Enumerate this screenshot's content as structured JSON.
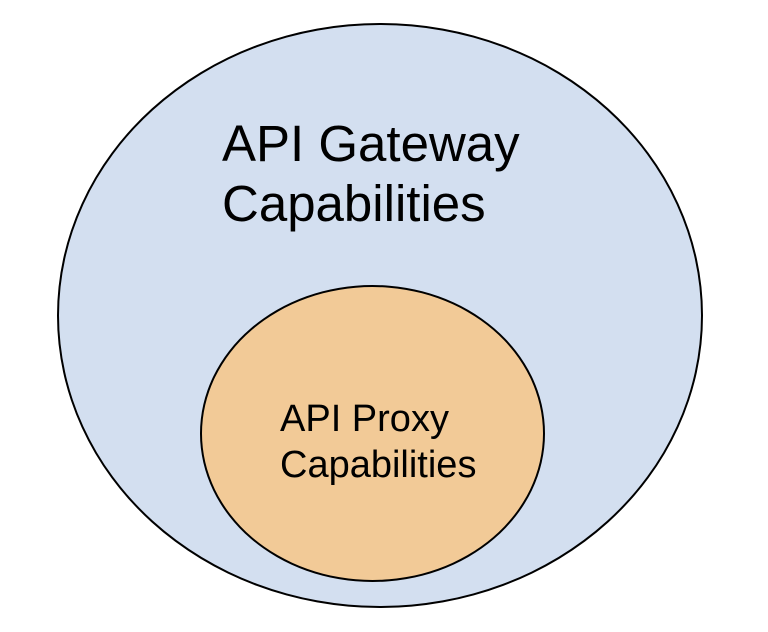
{
  "diagram": {
    "type": "nested-euler-diagram",
    "outer": {
      "label": "API Gateway Capabilities",
      "lines": [
        "API Gateway",
        "Capabilities"
      ],
      "fill": "#d3dff0",
      "stroke": "#000000"
    },
    "inner": {
      "label": "API Proxy Capabilities",
      "lines": [
        "API Proxy",
        "Capabilities"
      ],
      "fill": "#f2ca97",
      "stroke": "#000000"
    },
    "text_color": "#000000",
    "background": "#ffffff"
  }
}
